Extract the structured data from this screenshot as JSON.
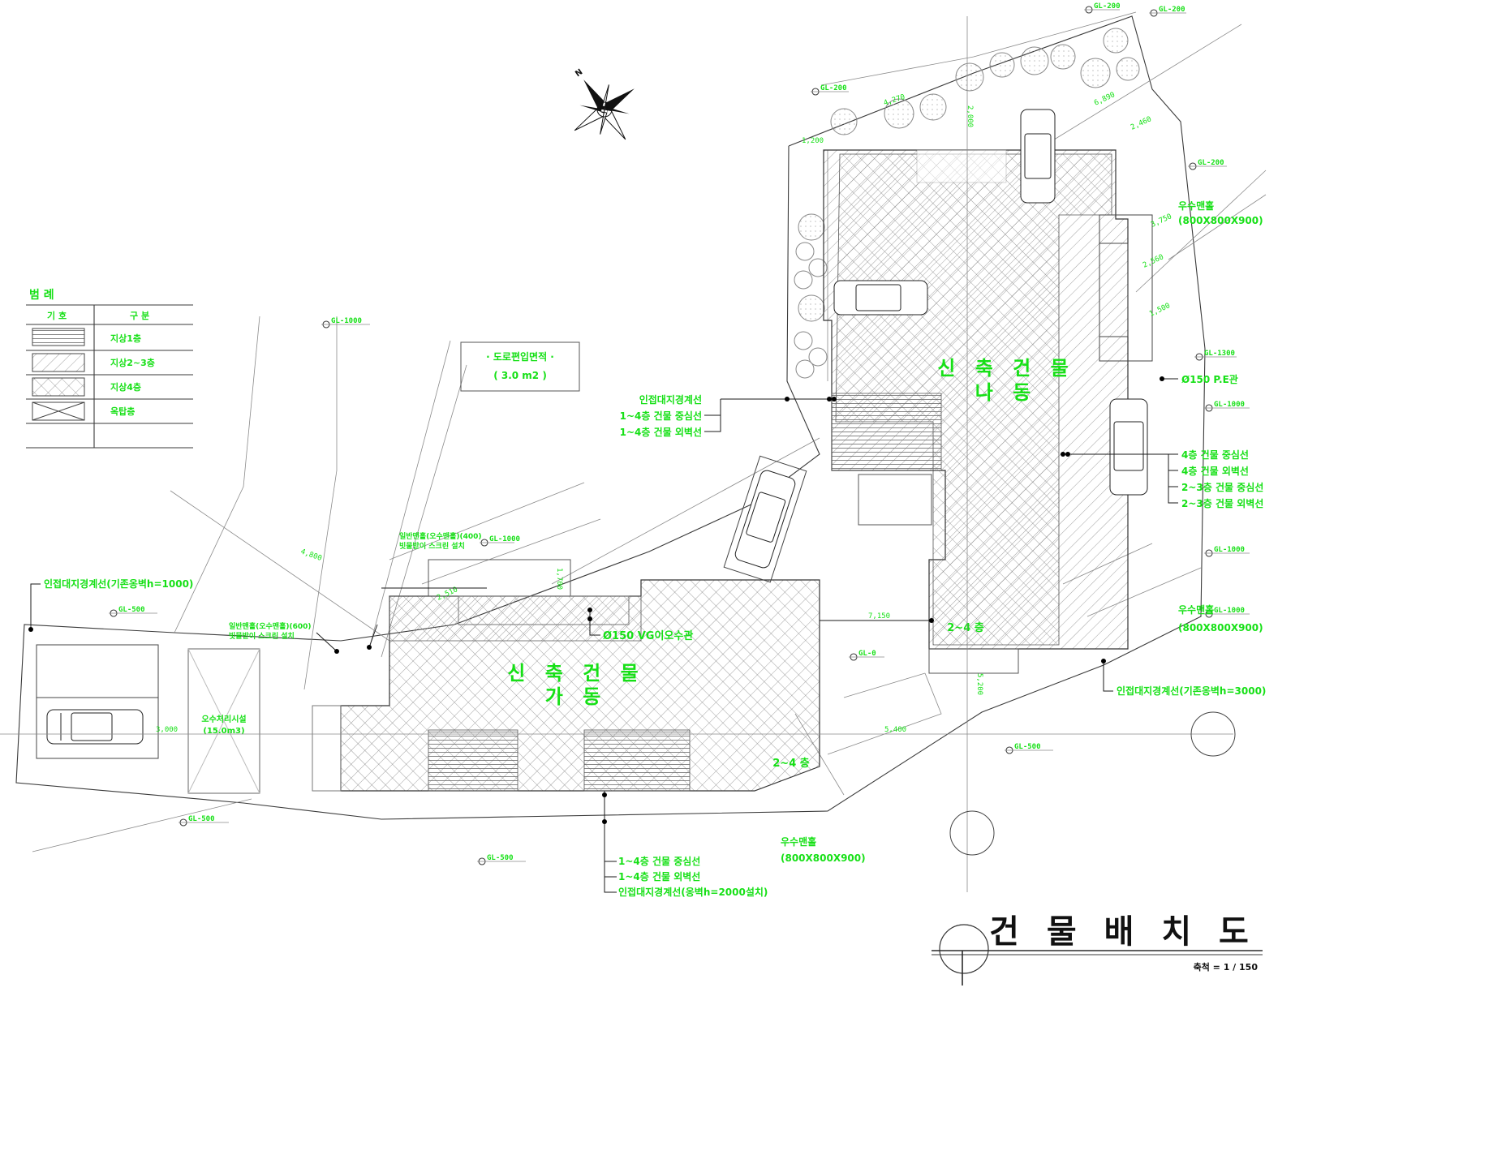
{
  "legend": {
    "title": "범 례",
    "col_symbol": "기 호",
    "col_desc": "구 분",
    "rows": [
      "지상1층",
      "지상2~3층",
      "지상4층",
      "옥탑층"
    ]
  },
  "road_area_label": "· 도로편입면적 ·",
  "road_area_value": "( 3.0 m2 )",
  "building_ga": {
    "name": "신 축 건 물",
    "unit": "가 동",
    "floors": "2~4 층"
  },
  "building_na": {
    "name": "신 축 건 물",
    "unit": "나 동",
    "floors": "2~4 층"
  },
  "callouts": {
    "top_left_group": [
      "인접대지경계선",
      "1~4층 건물 중심선",
      "1~4층 건물 외벽선"
    ],
    "bottom_group": [
      "1~4층 건물 중심선",
      "1~4층 건물 외벽선",
      "인접대지경계선(옹벽h=2000설치)"
    ],
    "right_group": [
      "4층 건물 중심선",
      "4층 건물 외벽선",
      "2~3층 건물 중심선",
      "2~3층 건물 외벽선"
    ],
    "left_boundary": "인접대지경계선(기존옹벽h=1000)",
    "right_boundary": "인접대지경계선(기존옹벽h=3000)",
    "manhole_top": [
      "우수맨홀",
      "(800X800X900)"
    ],
    "manhole_right": [
      "우수맨홀",
      "(800X800X900)"
    ],
    "manhole_bottom": [
      "우수맨홀",
      "(800X800X900)"
    ],
    "pipe_vg": "Ø150 VG이오수관",
    "pipe_pe": "Ø150 P.E관",
    "small_note_a": [
      "일반맨홀(오수맨홀)(400)",
      "빗물받이 스크린 설치"
    ],
    "small_note_b": [
      "일반맨홀(오수맨홀)(600)",
      "빗물받이 스크린 설치"
    ],
    "septic": [
      "오수처리시설",
      "(15.0m3)"
    ]
  },
  "gl_marks": [
    "GL-200",
    "GL-200",
    "GL-200",
    "GL-200",
    "GL-1300",
    "GL-1000",
    "GL-1000",
    "GL-1000",
    "GL-1000",
    "GL-1000",
    "GL-500",
    "GL-500",
    "GL-500",
    "GL-0",
    "GL-500"
  ],
  "dims": [
    "4,270",
    "6,890",
    "2,460",
    "3,750",
    "2,560",
    "1,200",
    "1,500",
    "2,000",
    "7,150",
    "5,400",
    "3,000",
    "5,200",
    "1,700",
    "4,800",
    "2,510"
  ],
  "drawing_title": "건 물 배 치 도",
  "scale": "축척 = 1 / 150",
  "north_letter": "N"
}
